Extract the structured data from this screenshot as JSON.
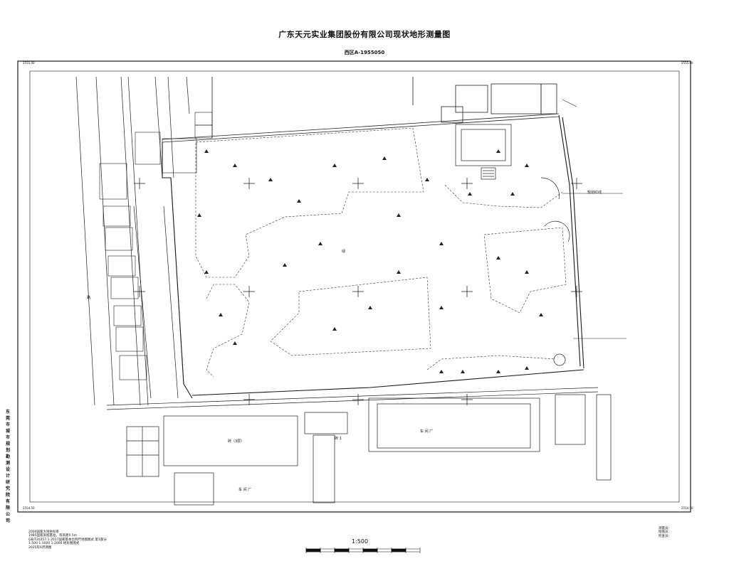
{
  "title": "广东天元实业集团股份有限公司现状地形测量图",
  "subtitle": "西区A-1955050",
  "sidebar_text": "东莞市城市规划勘测设计研究院有限公司",
  "corner_labels": [
    "2555.00",
    "2555.00",
    "2554.50",
    "2554.50"
  ],
  "notes_left": [
    "2000国家大地坐标系",
    "1985国家高程基准，等高距0.5m",
    "GB/T20257.1-2017国家基本比例尺地图图式 第1部分",
    "1:500 1:1000 1:2000 地形图图式",
    "2025年6月测图"
  ],
  "notes_right": [
    "测量员：",
    "绘图员：",
    "检查员："
  ],
  "scale_text": "1:500",
  "map_labels": {
    "red_line": "规划红线",
    "building_a": "砖（3层）",
    "building_b": "砖 1",
    "workshop": "车 间 厂",
    "workshop2": "车 间 厂",
    "road": "路",
    "veg": "绿"
  },
  "colors": {
    "line": "#1a1a1a",
    "bg": "#ffffff"
  }
}
